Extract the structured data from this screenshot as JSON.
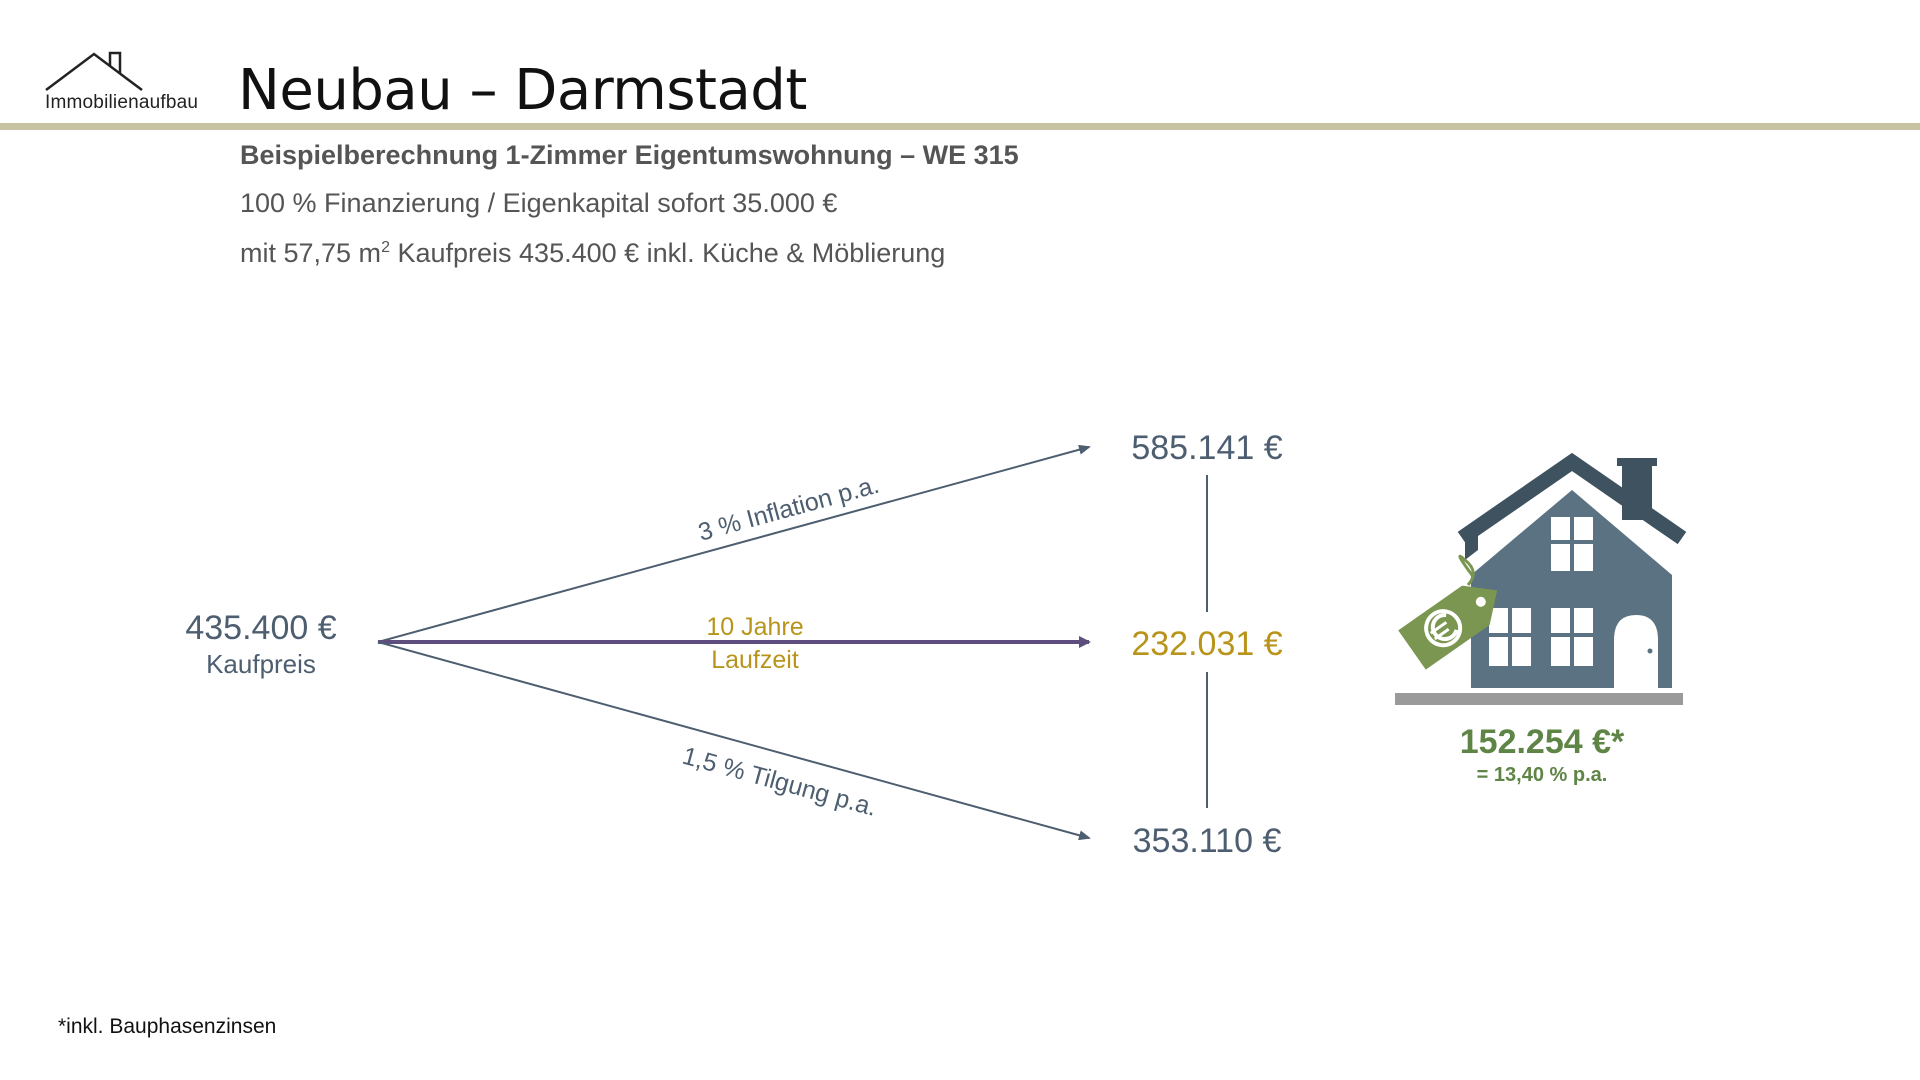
{
  "brand": {
    "logo_text": "Immobilienaufbau",
    "logo_icon": "house-roof-icon"
  },
  "header": {
    "title": "Neubau – Darmstadt",
    "subtitle_bold": "Beispielberechnung 1-Zimmer Eigentumswohnung – WE 315",
    "line1": "100 % Finanzierung / Eigenkapital sofort 35.000 €",
    "line2_before_sup": "mit 57,75 m",
    "line2_sup": "2",
    "line2_after_sup": " Kaufpreis 435.400 € inkl. Küche & Möblierung"
  },
  "diagram": {
    "source": {
      "value": "435.400 €",
      "label": "Kaufpreis"
    },
    "branches": {
      "top": {
        "label": "3 % Inflation p.a.",
        "target_value": "585.141 €"
      },
      "middle": {
        "label_line1": "10 Jahre",
        "label_line2": "Laufzeit",
        "target_value": "232.031 €"
      },
      "bottom": {
        "label": "1,5 % Tilgung p.a.",
        "target_value": "353.110 €"
      }
    },
    "result": {
      "value": "152.254 €*",
      "rate": "= 13,40 % p.a.",
      "icon": "house-price-tag-icon",
      "tag_icon": "euro-icon"
    },
    "colors": {
      "slate": "#4d5e70",
      "purple": "#5e4e7e",
      "gold": "#b8941a",
      "green": "#5e8446",
      "house": "#5a7282",
      "roof": "#3f525f",
      "tag": "#7a9650",
      "ground": "#9a9a9a"
    }
  },
  "footnote": "*inkl. Bauphasenzinsen"
}
